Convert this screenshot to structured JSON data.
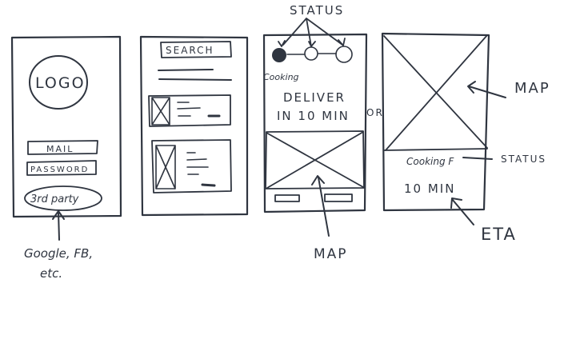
{
  "status_top": "STATUS",
  "screen1": {
    "logo": "LOGO",
    "mail": "MAIL",
    "password": "PASSWORD",
    "third_party": "3rd party",
    "note_line1": "Google, FB,",
    "note_line2": "etc."
  },
  "screen2": {
    "search": "SEARCH"
  },
  "screen3": {
    "cooking": "Cooking",
    "deliver_line1": "DELIVER",
    "deliver_line2": "IN 10 MIN",
    "map_label": "MAP"
  },
  "or_label": "OR",
  "screen4": {
    "map_label": "MAP",
    "cooking": "Cooking F",
    "status_label": "STATUS",
    "eta_value": "10 MIN",
    "eta_label": "ETA"
  }
}
